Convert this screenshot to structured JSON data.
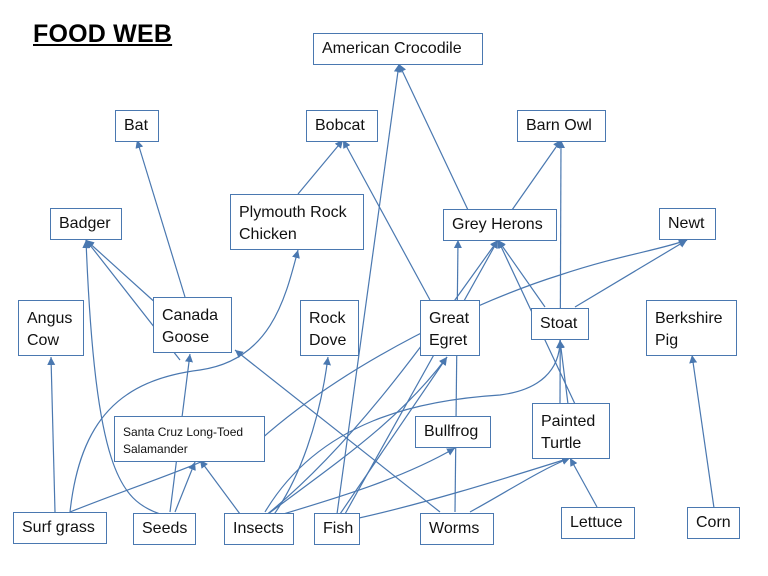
{
  "title": "FOOD WEB",
  "colors": {
    "edge": "#4a78b0",
    "box_border": "#4a78b0",
    "text": "#111111"
  },
  "nodes": {
    "american_crocodile": "American Crocodile",
    "bat": "Bat",
    "bobcat": "Bobcat",
    "barn_owl": "Barn Owl",
    "badger": "Badger",
    "plymouth_rock_chicken": "Plymouth Rock\nChicken",
    "grey_herons": "Grey Herons",
    "newt": "Newt",
    "angus_cow": "Angus\nCow",
    "canada_goose": "Canada\nGoose",
    "rock_dove": "Rock\nDove",
    "great_egret": "Great\nEgret",
    "stoat": "Stoat",
    "berkshire_pig": "Berkshire\nPig",
    "santa_cruz_salamander": "Santa Cruz Long-Toed\nSalamander",
    "bullfrog": "Bullfrog",
    "painted_turtle": "Painted\nTurtle",
    "surf_grass": "Surf grass",
    "seeds": "Seeds",
    "insects": "Insects",
    "fish": "Fish",
    "worms": "Worms",
    "lettuce": "Lettuce",
    "corn": "Corn"
  }
}
